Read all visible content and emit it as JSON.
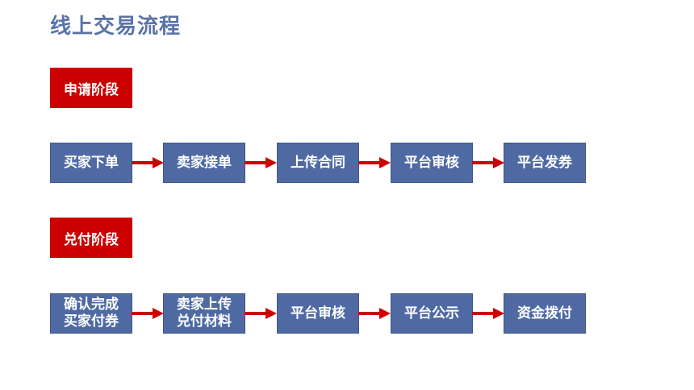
{
  "title": "线上交易流程",
  "stages": {
    "apply": "申请阶段",
    "pay": "兑付阶段"
  },
  "apply_steps": [
    "买家下单",
    "卖家接单",
    "上传合同",
    "平台审核",
    "平台发券"
  ],
  "pay_steps": [
    "确认完成\n买家付券",
    "卖家上传\n兑付材料",
    "平台审核",
    "平台公示",
    "资金拨付"
  ],
  "colors": {
    "title": "#5a73a8",
    "stage_bg": "#cc0000",
    "box_bg": "#4f6aa3",
    "arrow": "#cc0000"
  }
}
